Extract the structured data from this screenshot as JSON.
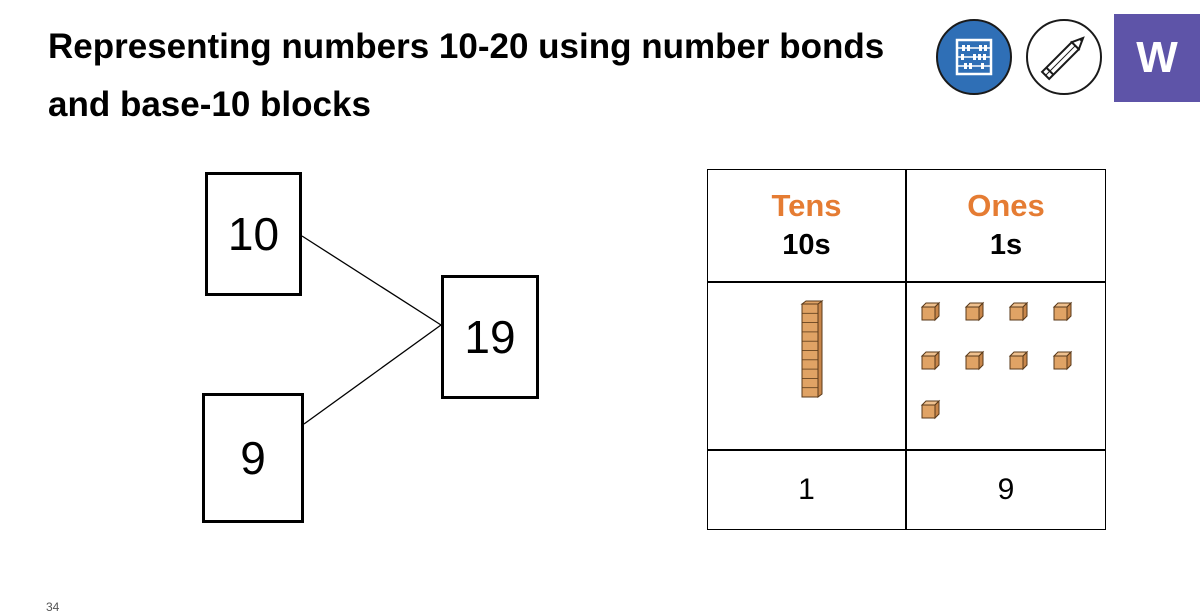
{
  "slide": {
    "title": "Representing numbers 10-20 using number bonds and base-10 blocks",
    "page_number": "34"
  },
  "toolbar": {
    "icons": [
      "abacus-icon",
      "pencil-icon",
      "w-logo-icon"
    ],
    "w_label": "W",
    "colors": {
      "abacus_bg": "#2f6fb6",
      "w_bg": "#5e54a8"
    }
  },
  "number_bond": {
    "whole": "19",
    "parts": [
      "10",
      "9"
    ]
  },
  "place_value": {
    "columns": [
      {
        "name": "Tens",
        "unit": "10s",
        "value": "1",
        "block_count": 1
      },
      {
        "name": "Ones",
        "unit": "1s",
        "value": "9",
        "block_count": 9
      }
    ],
    "header_color": "#e57c33",
    "block_color": "#e0a365"
  }
}
